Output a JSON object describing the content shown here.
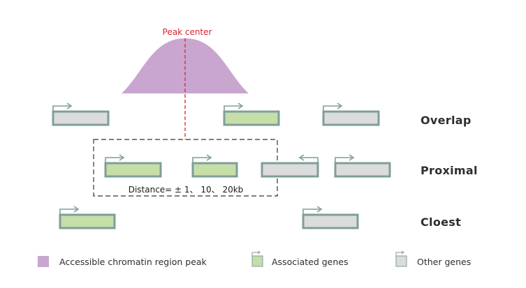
{
  "colors": {
    "peak": "#c9a6cf",
    "peak_center_line": "#d9262e",
    "associated_fill": "#c6dea8",
    "other_fill": "#dcdcdc",
    "gene_stroke": "#7f9e9a",
    "arrow": "#7f9e9a",
    "text": "#2e2e2e",
    "dashed_box": "#333333"
  },
  "peak": {
    "center_label": "Peak center"
  },
  "rows": {
    "overlap": "Overlap",
    "proximal": "Proximal",
    "cloest": "Cloest"
  },
  "distance_label": "Distance= ± 1、 10、 20kb",
  "legend": {
    "peak": "Accessible chromatin region peak",
    "associated": "Associated genes",
    "other": "Other genes"
  },
  "icons": [
    "transcription-start-arrow-icon"
  ]
}
